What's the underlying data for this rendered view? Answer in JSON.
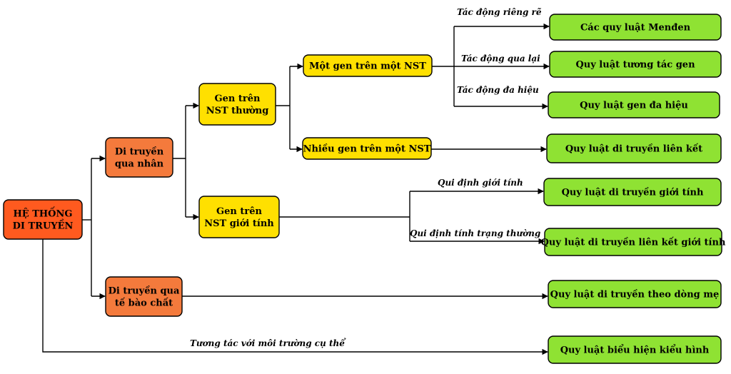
{
  "colors": {
    "root": "#FF5A1F",
    "level1": "#F47A3C",
    "level2": "#FFE000",
    "level3": "#FFE000",
    "leaf": "#8FE233",
    "border": "#000000",
    "line": "#000000"
  },
  "nodes": {
    "root": [
      "HỆ THỐNG",
      "DI TRUYỀN"
    ],
    "nuclear": [
      "Di truyền",
      "qua nhân"
    ],
    "cytoplasm": [
      "Di truyền qua",
      "tế bào chất"
    ],
    "autosomal": [
      "Gen trên",
      "NST thường"
    ],
    "sex_chrom": [
      "Gen trên",
      "NST giới tính"
    ],
    "one_gene": [
      "Một gen trên một NST"
    ],
    "many_genes": [
      "Nhiều gen trên một NST"
    ],
    "mendel": [
      "Các quy luật Menđen"
    ],
    "interaction": [
      "Quy luật tương tác gen"
    ],
    "pleiotropy": [
      "Quy luật gen đa hiệu"
    ],
    "linkage": [
      "Quy luật di truyền liên kết"
    ],
    "sex_inherit": [
      "Quy luật di truyền giới tính"
    ],
    "sex_linked": [
      "Quy luật di truyền liên kết giới tính"
    ],
    "maternal": [
      "Quy luật di truyền theo dòng mẹ"
    ],
    "phenotype": [
      "Quy luật biểu hiện kiểu hình"
    ]
  },
  "edge_labels": {
    "separate": "Tác động riêng rẽ",
    "mutual": "Tác động qua lại",
    "pleiotropic": "Tác động đa hiệu",
    "sex_determination": "Qui định giới tính",
    "normal_traits": "Qui định tính trạng thường",
    "environment": "Tương tác với môi trường cụ thể"
  }
}
